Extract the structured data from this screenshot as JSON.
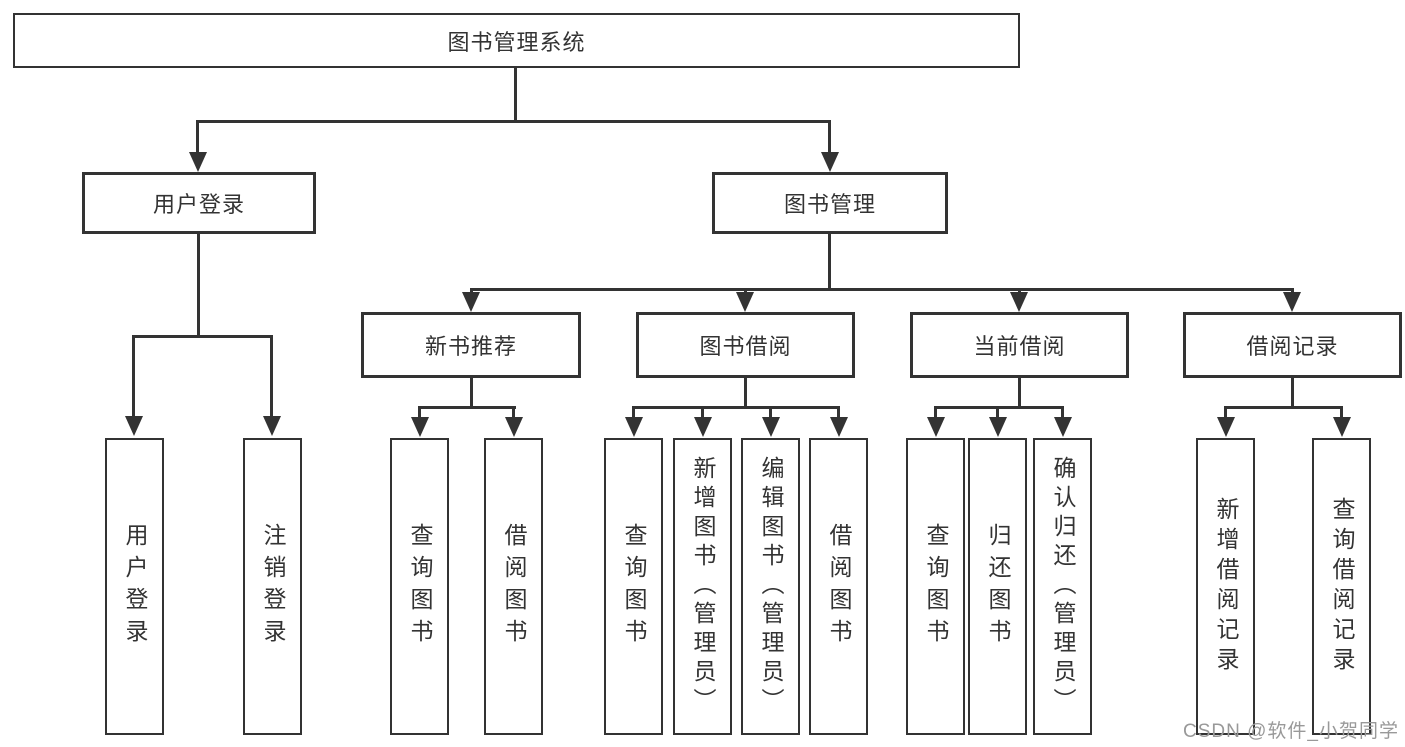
{
  "diagram": {
    "title": "图书管理系统",
    "root": {
      "label": "图书管理系统"
    },
    "level2": [
      {
        "label": "用户登录"
      },
      {
        "label": "图书管理"
      }
    ],
    "level3": [
      {
        "label": "新书推荐"
      },
      {
        "label": "图书借阅"
      },
      {
        "label": "当前借阅"
      },
      {
        "label": "借阅记录"
      }
    ],
    "leaves": [
      {
        "label": "用户登录"
      },
      {
        "label": "注销登录"
      },
      {
        "label": "查询图书"
      },
      {
        "label": "借阅图书"
      },
      {
        "label": "查询图书"
      },
      {
        "label": "新增图书（管理员）"
      },
      {
        "label": "编辑图书（管理员）"
      },
      {
        "label": "借阅图书"
      },
      {
        "label": "查询图书"
      },
      {
        "label": "归还图书"
      },
      {
        "label": "确认归还（管理员）"
      },
      {
        "label": "新增借阅记录"
      },
      {
        "label": "查询借阅记录"
      }
    ]
  },
  "colors": {
    "line": "#333333",
    "box_background": "#ffffff",
    "watermark_text": "#999999"
  },
  "watermark": {
    "text": "CSDN @软件_小贺同学"
  }
}
